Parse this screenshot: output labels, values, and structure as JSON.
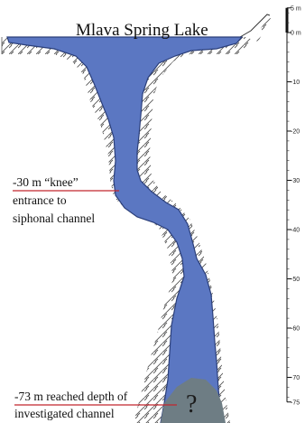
{
  "title": "Mlava Spring Lake",
  "annotations": {
    "knee": {
      "line1": "-30 m “knee”",
      "line2": "entrance to",
      "line3": "siphonal channel"
    },
    "reached": {
      "line1": "-73 m reached depth of",
      "line2": "investigated channel"
    }
  },
  "unknown_marker": "?",
  "scale": {
    "ticks": [
      {
        "label": "5 m",
        "value": 5
      },
      {
        "label": "0 m",
        "value": 0
      },
      {
        "label": "-10",
        "value": -10
      },
      {
        "label": "-20",
        "value": -20
      },
      {
        "label": "-30",
        "value": -30
      },
      {
        "label": "-40",
        "value": -40
      },
      {
        "label": "-50",
        "value": -50
      },
      {
        "label": "-60",
        "value": -60
      },
      {
        "label": "-70",
        "value": -70
      },
      {
        "label": "-75",
        "value": -75
      }
    ]
  },
  "colors": {
    "water": "#5b77c2",
    "water_edge": "#2b3f7a",
    "deep_zone": "#6e7d84",
    "leader_line": "#c2262e",
    "rock_hatch": "#555555"
  }
}
